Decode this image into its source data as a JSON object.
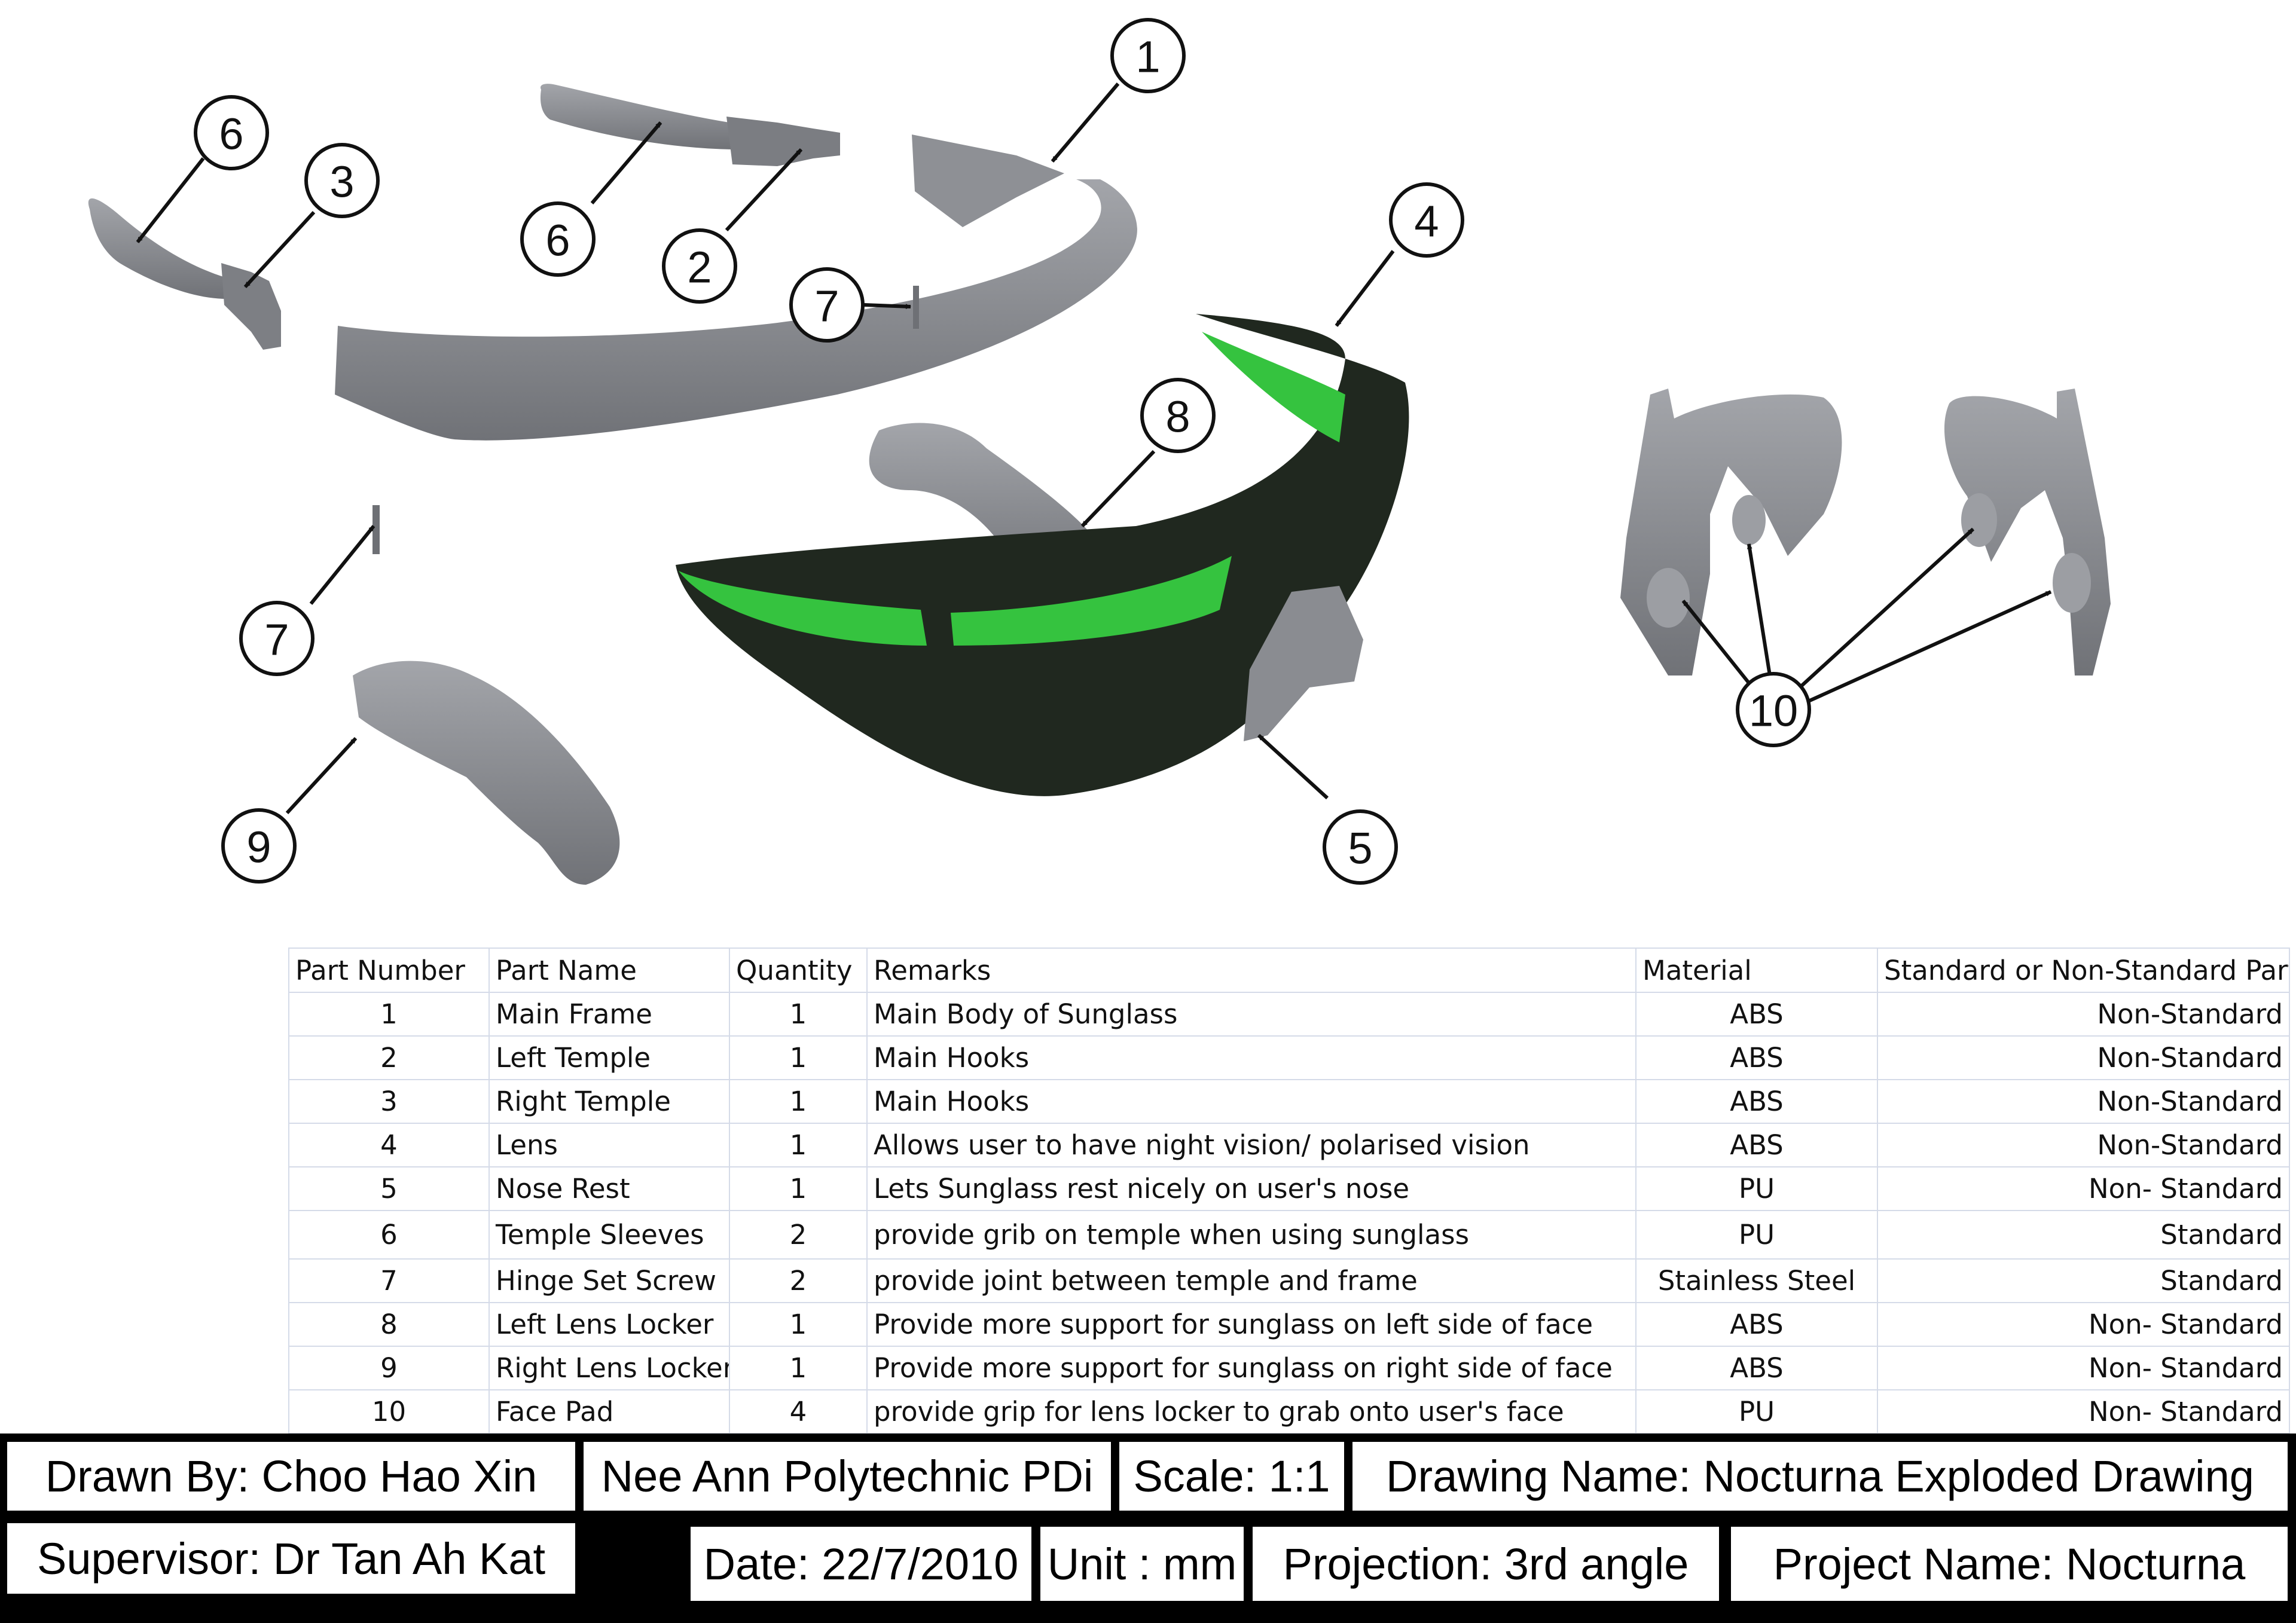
{
  "callouts": {
    "c1": "1",
    "c2": "2",
    "c3": "3",
    "c4": "4",
    "c5": "5",
    "c6a": "6",
    "c6b": "6",
    "c7a": "7",
    "c7b": "7",
    "c8": "8",
    "c9": "9",
    "c10": "10"
  },
  "colors": {
    "part_grey": "#8a8c91",
    "lens_black": "#20281f",
    "lens_green": "#35c33f"
  },
  "bom": {
    "headers": [
      "Part Number",
      "Part Name",
      "Quantity",
      "Remarks",
      "Material",
      "Standard or Non-Standard Part"
    ],
    "rows": [
      [
        "1",
        "Main Frame",
        "1",
        "Main Body of Sunglass",
        "ABS",
        "Non-Standard"
      ],
      [
        "2",
        "Left Temple",
        "1",
        "Main Hooks",
        "ABS",
        "Non-Standard"
      ],
      [
        "3",
        "Right Temple",
        "1",
        "Main Hooks",
        "ABS",
        "Non-Standard"
      ],
      [
        "4",
        "Lens",
        "1",
        "Allows user to have night vision/ polarised vision",
        "ABS",
        "Non-Standard"
      ],
      [
        "5",
        "Nose Rest",
        "1",
        "Lets Sunglass rest nicely on user's nose",
        "PU",
        "Non- Standard"
      ],
      [
        "6",
        "Temple Sleeves",
        "2",
        "provide grib on temple when using sunglass",
        "PU",
        "Standard"
      ],
      [
        "7",
        "Hinge Set Screw",
        "2",
        "provide joint between temple and frame",
        "Stainless Steel",
        "Standard"
      ],
      [
        "8",
        "Left Lens Locker",
        "1",
        "Provide more support for sunglass on left side of face",
        "ABS",
        "Non- Standard"
      ],
      [
        "9",
        "Right Lens Locker",
        "1",
        "Provide more support for sunglass on right side of face",
        "ABS",
        "Non- Standard"
      ],
      [
        "10",
        "Face Pad",
        "4",
        "provide grip for lens locker to grab onto user's face",
        "PU",
        "Non- Standard"
      ]
    ]
  },
  "title_block": {
    "drawn_by": "Drawn By: Choo Hao Xin",
    "institution": "Nee Ann Polytechnic PDi",
    "scale": "Scale: 1:1",
    "drawing_name": "Drawing Name: Nocturna Exploded Drawing",
    "supervisor": "Supervisor: Dr Tan Ah Kat",
    "date": "Date: 22/7/2010",
    "unit": "Unit : mm",
    "projection": "Projection: 3rd angle",
    "project_name": "Project Name: Nocturna"
  }
}
